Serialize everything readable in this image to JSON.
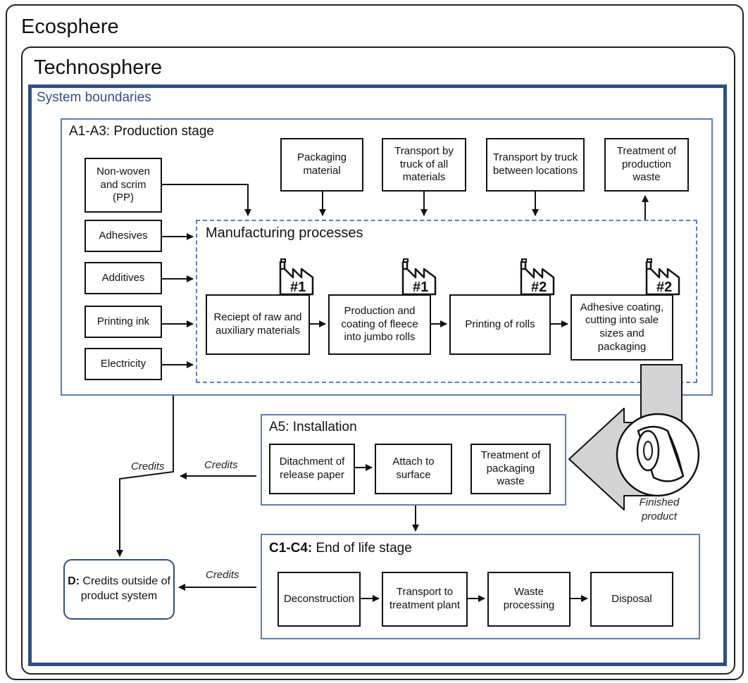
{
  "ecosphere_label": "Ecosphere",
  "technosphere_label": "Technosphere",
  "system_boundaries_label": "System boundaries",
  "production": {
    "title": "A1-A3: Production stage",
    "inputs": [
      "Non-woven and scrim (PP)",
      "Adhesives",
      "Additives",
      "Printing ink",
      "Electricity"
    ],
    "top_inputs": [
      "Packaging material",
      "Transport by truck of all materials",
      "Transport by truck between locations"
    ],
    "waste": "Treatment of production waste",
    "manufacturing_title": "Manufacturing processes",
    "steps": [
      {
        "label": "Reciept of raw and auxiliary materials",
        "site": "#1"
      },
      {
        "label": "Production and coating of fleece into jumbo rolls",
        "site": "#1"
      },
      {
        "label": "Printing of rolls",
        "site": "#2"
      },
      {
        "label": "Adhesive coating, cutting into sale sizes and packaging",
        "site": "#2"
      }
    ]
  },
  "installation": {
    "title": "A5: Installation",
    "steps": [
      "Ditachment of release paper",
      "Attach to surface",
      "Treatment of packaging waste"
    ]
  },
  "end_of_life": {
    "title_bold": "C1-C4:",
    "title_rest": " End of life stage",
    "steps": [
      "Deconstruction",
      "Transport to treatment plant",
      "Waste processing",
      "Disposal"
    ]
  },
  "credits_box": {
    "bold": "D:",
    "rest": " Credits outside of product system"
  },
  "credits_label": "Credits",
  "finished_product_label": "Finished product",
  "colors": {
    "boundary": "#2f4f85",
    "stage_border": "#5a7fb5",
    "arrow_fill": "#d3d3d3"
  }
}
